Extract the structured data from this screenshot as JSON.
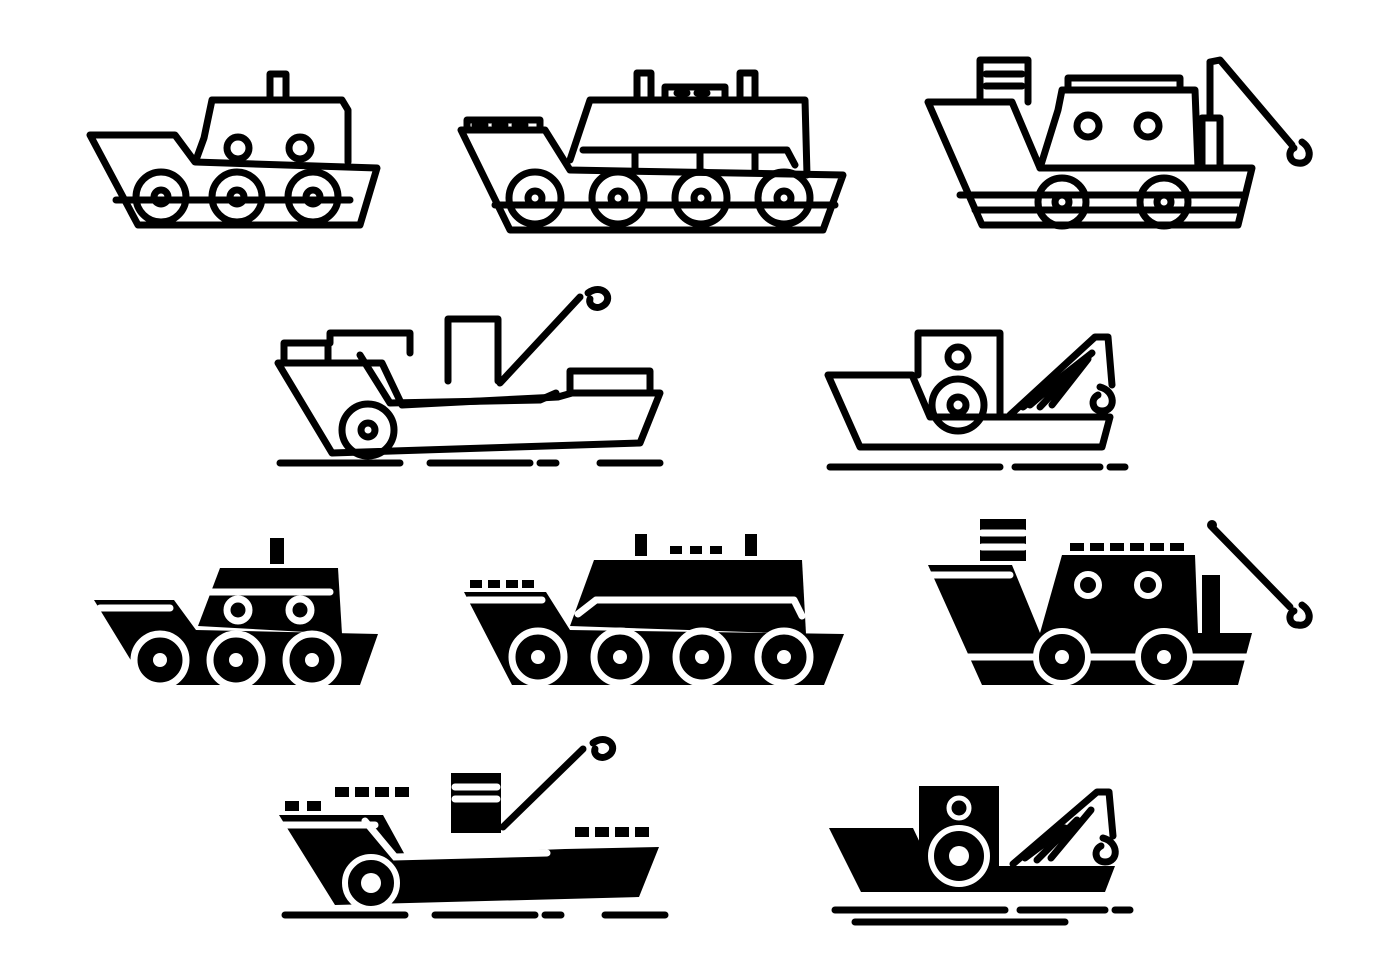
{
  "colors": {
    "ink": "#000000",
    "background": "#ffffff"
  },
  "icons": [
    {
      "name": "tugboat-outline-icon",
      "style": "outline"
    },
    {
      "name": "ferry-outline-icon",
      "style": "outline"
    },
    {
      "name": "crane-ship-outline-icon",
      "style": "outline"
    },
    {
      "name": "tanker-crane-outline-icon",
      "style": "outline"
    },
    {
      "name": "barge-crane-outline-icon",
      "style": "outline"
    },
    {
      "name": "tugboat-solid-icon",
      "style": "solid"
    },
    {
      "name": "ferry-solid-icon",
      "style": "solid"
    },
    {
      "name": "crane-ship-solid-icon",
      "style": "solid"
    },
    {
      "name": "tanker-crane-solid-icon",
      "style": "solid"
    },
    {
      "name": "barge-crane-solid-icon",
      "style": "solid"
    }
  ]
}
